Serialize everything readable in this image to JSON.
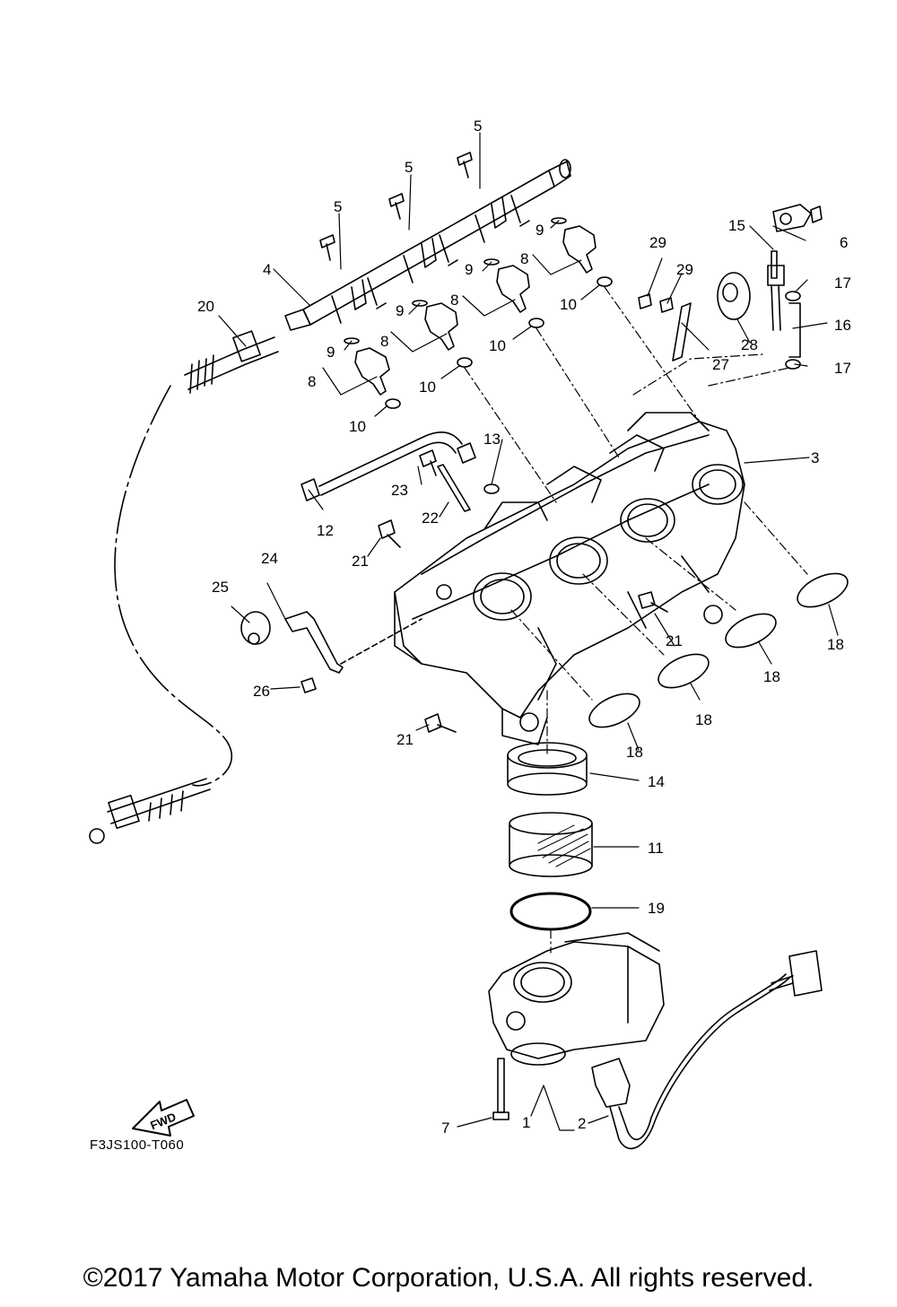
{
  "callouts": {
    "c1": "1",
    "c2": "2",
    "c3": "3",
    "c4": "4",
    "c5a": "5",
    "c5b": "5",
    "c5c": "5",
    "c6": "6",
    "c7": "7",
    "c8a": "8",
    "c8b": "8",
    "c8c": "8",
    "c8d": "8",
    "c9a": "9",
    "c9b": "9",
    "c9c": "9",
    "c9d": "9",
    "c10a": "10",
    "c10b": "10",
    "c10c": "10",
    "c10d": "10",
    "c11": "11",
    "c12": "12",
    "c13": "13",
    "c14": "14",
    "c15": "15",
    "c16": "16",
    "c17a": "17",
    "c17b": "17",
    "c18a": "18",
    "c18b": "18",
    "c18c": "18",
    "c18d": "18",
    "c19": "19",
    "c20": "20",
    "c21a": "21",
    "c21b": "21",
    "c21c": "21",
    "c22": "22",
    "c23": "23",
    "c24": "24",
    "c25": "25",
    "c26": "26",
    "c27": "27",
    "c28": "28",
    "c29a": "29",
    "c29b": "29"
  },
  "fwd_label": "FWD",
  "diagram_code": "F3JS100-T060",
  "copyright": "©2017 Yamaha Motor Corporation, U.S.A. All rights reserved."
}
